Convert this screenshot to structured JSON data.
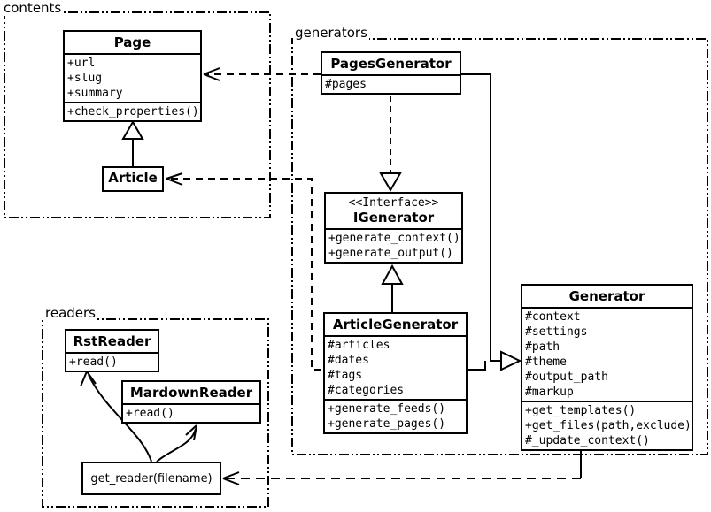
{
  "diagram": {
    "packages": {
      "contents": {
        "label": "contents",
        "contains": [
          "Page",
          "Article"
        ]
      },
      "generators": {
        "label": "generators",
        "contains": [
          "PagesGenerator",
          "IGenerator",
          "ArticleGenerator",
          "Generator"
        ]
      },
      "readers": {
        "label": "readers",
        "contains": [
          "RstReader",
          "MardownReader",
          "get_reader(filename)"
        ]
      }
    },
    "classes": {
      "page": {
        "title": "Page",
        "attributes": [
          "+url",
          "+slug",
          "+summary"
        ],
        "methods": [
          "+check_properties()"
        ]
      },
      "article": {
        "title": "Article"
      },
      "pages_generator": {
        "title": "PagesGenerator",
        "attributes": [
          "#pages"
        ]
      },
      "igenerator": {
        "stereotype": "<<Interface>>",
        "title": "IGenerator",
        "methods": [
          "+generate_context()",
          "+generate_output()"
        ]
      },
      "article_generator": {
        "title": "ArticleGenerator",
        "attributes": [
          "#articles",
          "#dates",
          "#tags",
          "#categories"
        ],
        "methods": [
          "+generate_feeds()",
          "+generate_pages()"
        ]
      },
      "generator": {
        "title": "Generator",
        "attributes": [
          "#context",
          "#settings",
          "#path",
          "#theme",
          "#output_path",
          "#markup"
        ],
        "methods": [
          "+get_templates()",
          "+get_files(path,exclude)",
          "#_update_context()"
        ]
      },
      "rst_reader": {
        "title": "RstReader",
        "methods": [
          "+read()"
        ]
      },
      "markdown_reader": {
        "title": "MardownReader",
        "methods": [
          "+read()"
        ]
      },
      "get_reader": {
        "label": "get_reader(filename)"
      }
    },
    "relationships": [
      {
        "from": "Article",
        "to": "Page",
        "type": "generalization"
      },
      {
        "from": "PagesGenerator",
        "to": "Page",
        "type": "dependency"
      },
      {
        "from": "ArticleGenerator",
        "to": "Article",
        "type": "dependency"
      },
      {
        "from": "PagesGenerator",
        "to": "IGenerator",
        "type": "realization"
      },
      {
        "from": "ArticleGenerator",
        "to": "IGenerator",
        "type": "generalization"
      },
      {
        "from": "PagesGenerator",
        "to": "Generator",
        "type": "generalization"
      },
      {
        "from": "ArticleGenerator",
        "to": "Generator",
        "type": "generalization"
      },
      {
        "from": "Generator",
        "to": "get_reader(filename)",
        "type": "dependency"
      },
      {
        "from": "get_reader(filename)",
        "to": "RstReader",
        "type": "call"
      },
      {
        "from": "get_reader(filename)",
        "to": "MardownReader",
        "type": "call"
      }
    ],
    "colors": {
      "line": "#000000",
      "background": "#ffffff",
      "box_fill": "#ffffff"
    }
  }
}
